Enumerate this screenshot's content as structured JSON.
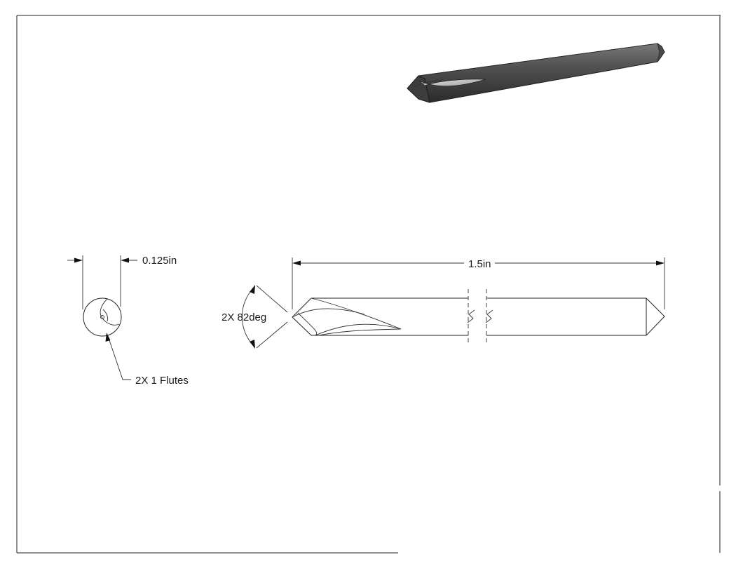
{
  "dimensions": {
    "diameter": "0.125in",
    "length": "1.5in",
    "point_angle": "2X 82deg",
    "flutes_note": "2X 1 Flutes"
  },
  "colors": {
    "line": "#222222",
    "iso_body_dark": "#3a3a3a",
    "iso_body_light": "#c9c9c9",
    "background": "#ffffff"
  }
}
